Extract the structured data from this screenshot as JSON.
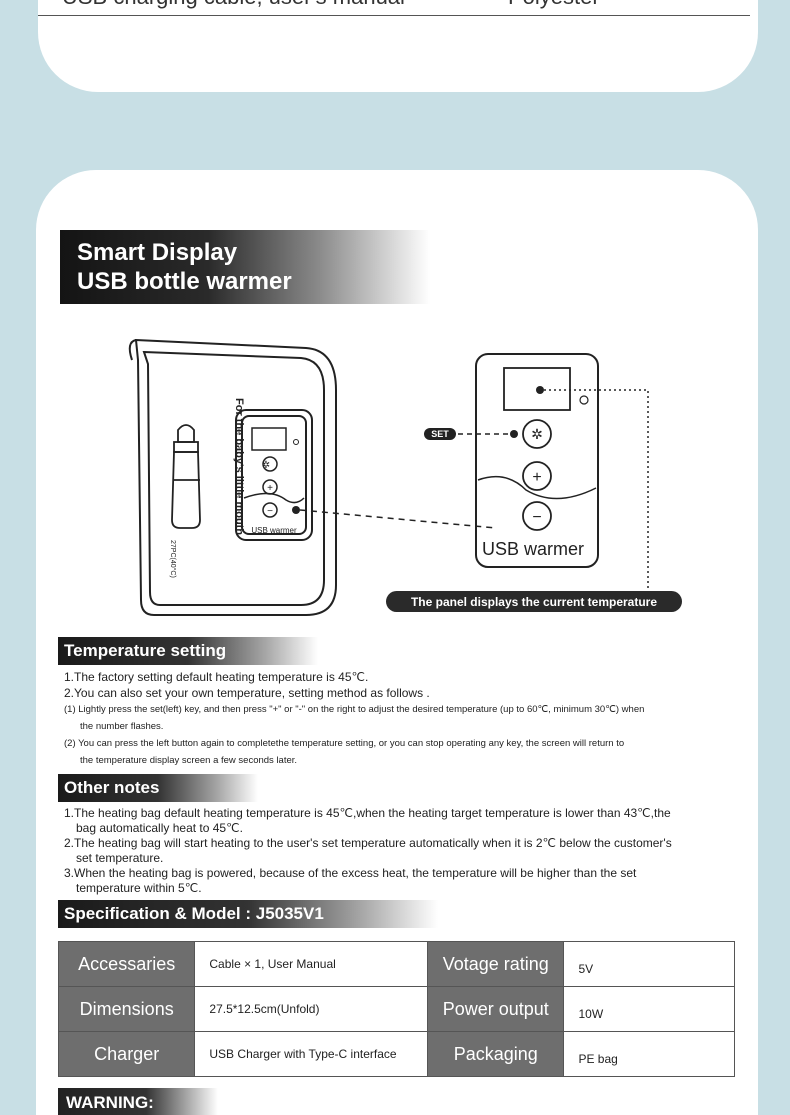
{
  "top_card": {
    "left_text": "USB charging cable, user's manual",
    "right_text": "Polyester"
  },
  "header": {
    "line1": "Smart Display",
    "line2": "USB bottle warmer"
  },
  "illustration": {
    "side_text": "For the baby's little mouth",
    "temp_text": "27PC(40°C)",
    "small_panel_label": "USB warmer",
    "panel_label": "USB warmer",
    "set_label": "SET",
    "caption": "The panel displays the current temperature"
  },
  "temperature_setting": {
    "title": "Temperature setting",
    "line1": "1.The factory setting default heating temperature is 45℃.",
    "line2": "2.You can also set your own temperature, setting method as follows .",
    "line3a": "(1) Lightly press the set(left) key, and then press \"+\" or \"-\" on the right to adjust the desired temperature (up to 60℃, minimum 30℃) when",
    "line3b": "the number flashes.",
    "line4a": "(2) You can press the left button again to completethe temperature setting, or you can stop operating any key, the screen will return to",
    "line4b": "the temperature display screen a few seconds later."
  },
  "other_notes": {
    "title": "Other notes",
    "n1a": "1.The heating bag default heating temperature is 45℃,when the heating target temperature is lower than 43℃,the",
    "n1b": "bag automatically heat to 45℃.",
    "n2a": "2.The heating bag will start heating to the user's set temperature automatically when it is 2℃ below the customer's",
    "n2b": "set temperature.",
    "n3a": "3.When the heating bag is powered, because of the excess heat, the temperature will be higher than the set",
    "n3b": "temperature within 5℃."
  },
  "spec": {
    "title": "Specification & Model : J5035V1",
    "rows": [
      {
        "h1": "Accessaries",
        "v1": "Cable × 1, User Manual",
        "h2": "Votage rating",
        "v2": "5V"
      },
      {
        "h1": "Dimensions",
        "v1": "27.5*12.5cm(Unfold)",
        "h2": "Power output",
        "v2": "10W"
      },
      {
        "h1": "Charger",
        "v1": "USB Charger with Type-C interface",
        "h2": "Packaging",
        "v2": "PE bag"
      }
    ]
  },
  "warning": {
    "title": "WARNING:"
  }
}
